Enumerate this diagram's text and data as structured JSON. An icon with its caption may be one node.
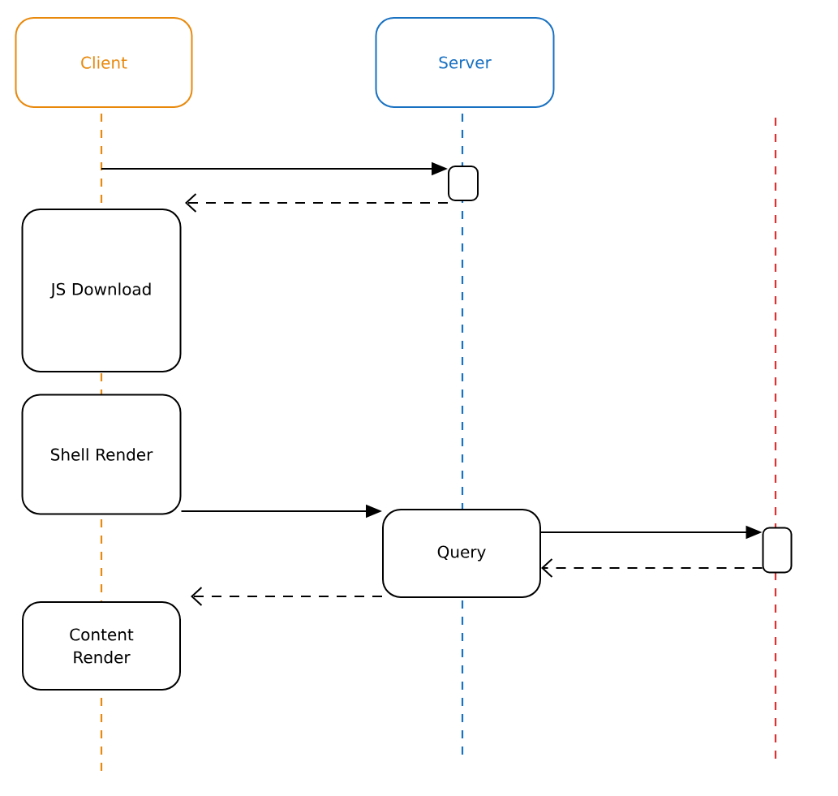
{
  "diagram": {
    "nodes": [
      {
        "text": [
          "Client"
        ]
      },
      {
        "text": [
          "Server"
        ]
      },
      {
        "text": [],
        "shape": "box"
      },
      {
        "text": [
          "JS Download"
        ]
      },
      {
        "text": [
          "Shell Render"
        ]
      },
      {
        "text": [
          "Query"
        ]
      },
      {
        "text": [],
        "shape": "box"
      },
      {
        "text": [
          "Content Render"
        ]
      }
    ],
    "edges": [
      {
        "from": null,
        "to": 2,
        "arrow": "to"
      },
      {
        "from": 2,
        "to": null,
        "arrow": "to",
        "style": "dashed"
      },
      {
        "from": 4,
        "to": 5,
        "arrow": "to"
      },
      {
        "from": 5,
        "to": 6,
        "arrow": "to"
      },
      {
        "from": 6,
        "to": 5,
        "arrow": "to",
        "style": "dashed"
      },
      {
        "from": 5,
        "to": null,
        "arrow": "to",
        "style": "dashed"
      }
    ]
  }
}
